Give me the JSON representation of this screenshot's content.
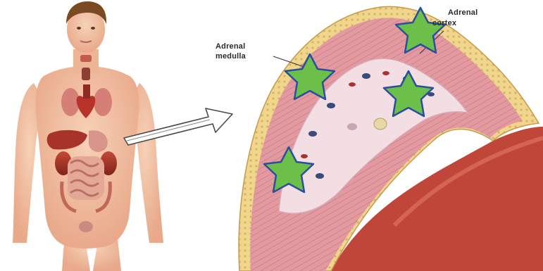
{
  "labels": {
    "medulla_line1": "Adrenal",
    "medulla_line2": "medulla",
    "cortex_line1": "Adrenal",
    "cortex_line2": "cortex"
  },
  "colors": {
    "skin": "#f2c3a4",
    "hair": "#7a4a22",
    "cortex_pink": "#e2959b",
    "medulla_pale": "#f3dee4",
    "capsule_yellow": "#efd68c",
    "kidney_red": "#b33a2d",
    "star_fill": "#6cc04a",
    "star_outline": "#2b4f9e"
  },
  "icons": [
    "human-figure",
    "arrow-right-icon",
    "adrenal-cross-section",
    "star-icon"
  ]
}
